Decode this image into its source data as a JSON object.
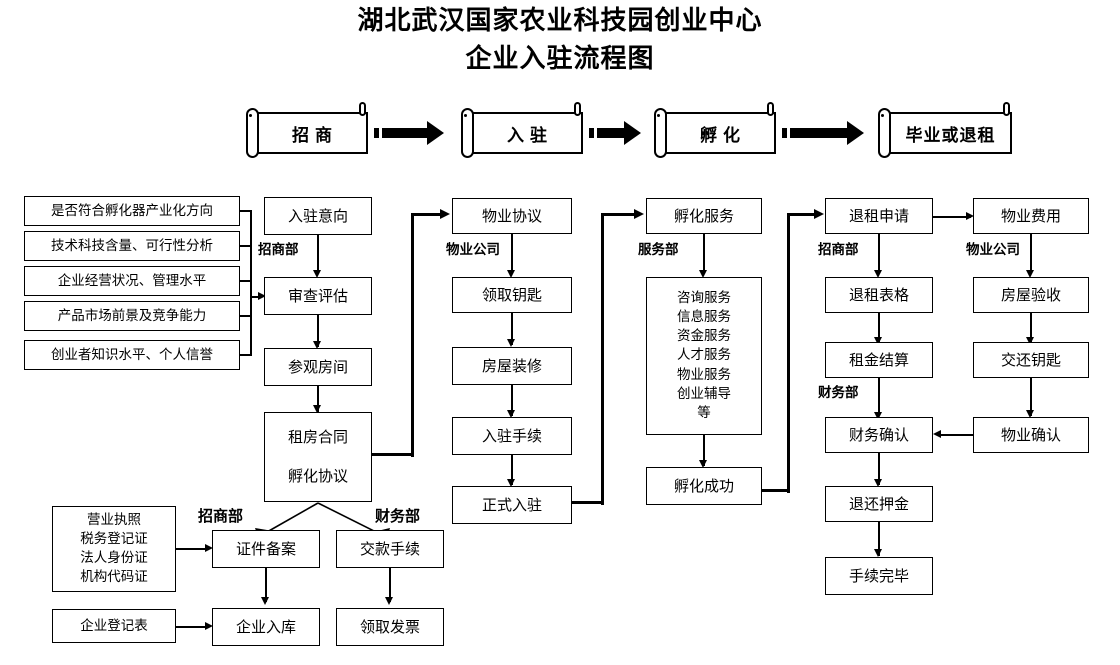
{
  "title": {
    "line1": "湖北武汉国家农业科技园创业中心",
    "line2": "企业入驻流程图"
  },
  "stages": [
    {
      "label": "招商"
    },
    {
      "label": "入驻"
    },
    {
      "label": "孵化"
    },
    {
      "label": "毕业或退租"
    }
  ],
  "criteria": [
    {
      "label": "是否符合孵化器产业化方向"
    },
    {
      "label": "技术科技含量、可行性分析"
    },
    {
      "label": "企业经营状况、管理水平"
    },
    {
      "label": "产品市场前景及竞争能力"
    },
    {
      "label": "创业者知识水平、个人信誉"
    }
  ],
  "column_recruit": {
    "dept": "招商部",
    "steps": [
      {
        "label": "入驻意向"
      },
      {
        "label": "审查评估"
      },
      {
        "label": "参观房间"
      },
      {
        "label": "租房合同\n孵化协议"
      }
    ]
  },
  "column_movein": {
    "dept": "物业公司",
    "steps": [
      {
        "label": "物业协议"
      },
      {
        "label": "领取钥匙"
      },
      {
        "label": "房屋装修"
      },
      {
        "label": "入驻手续"
      },
      {
        "label": "正式入驻"
      }
    ]
  },
  "column_incubate": {
    "dept": "服务部",
    "steps": [
      {
        "label": "孵化服务"
      },
      {
        "label": "咨询服务\n信息服务\n资金服务\n人才服务\n物业服务\n创业辅导\n等"
      },
      {
        "label": "孵化成功"
      }
    ]
  },
  "column_exit": {
    "dept_top": "招商部",
    "dept_mid": "财务部",
    "steps": [
      {
        "label": "退租申请"
      },
      {
        "label": "退租表格"
      },
      {
        "label": "租金结算"
      },
      {
        "label": "财务确认"
      },
      {
        "label": "退还押金"
      },
      {
        "label": "手续完毕"
      }
    ]
  },
  "column_property": {
    "dept": "物业公司",
    "steps": [
      {
        "label": "物业费用"
      },
      {
        "label": "房屋验收"
      },
      {
        "label": "交还钥匙"
      },
      {
        "label": "物业确认"
      }
    ]
  },
  "bottom": {
    "dept_left": "招商部",
    "dept_right": "财务部",
    "documents": {
      "label": "营业执照\n税务登记证\n法人身份证\n机构代码证"
    },
    "registration_form": {
      "label": "企业登记表"
    },
    "filing": {
      "label": "证件备案"
    },
    "enter_db": {
      "label": "企业入库"
    },
    "payment": {
      "label": "交款手续"
    },
    "invoice": {
      "label": "领取发票"
    }
  },
  "colors": {
    "stroke": "#000000",
    "background": "#ffffff"
  }
}
